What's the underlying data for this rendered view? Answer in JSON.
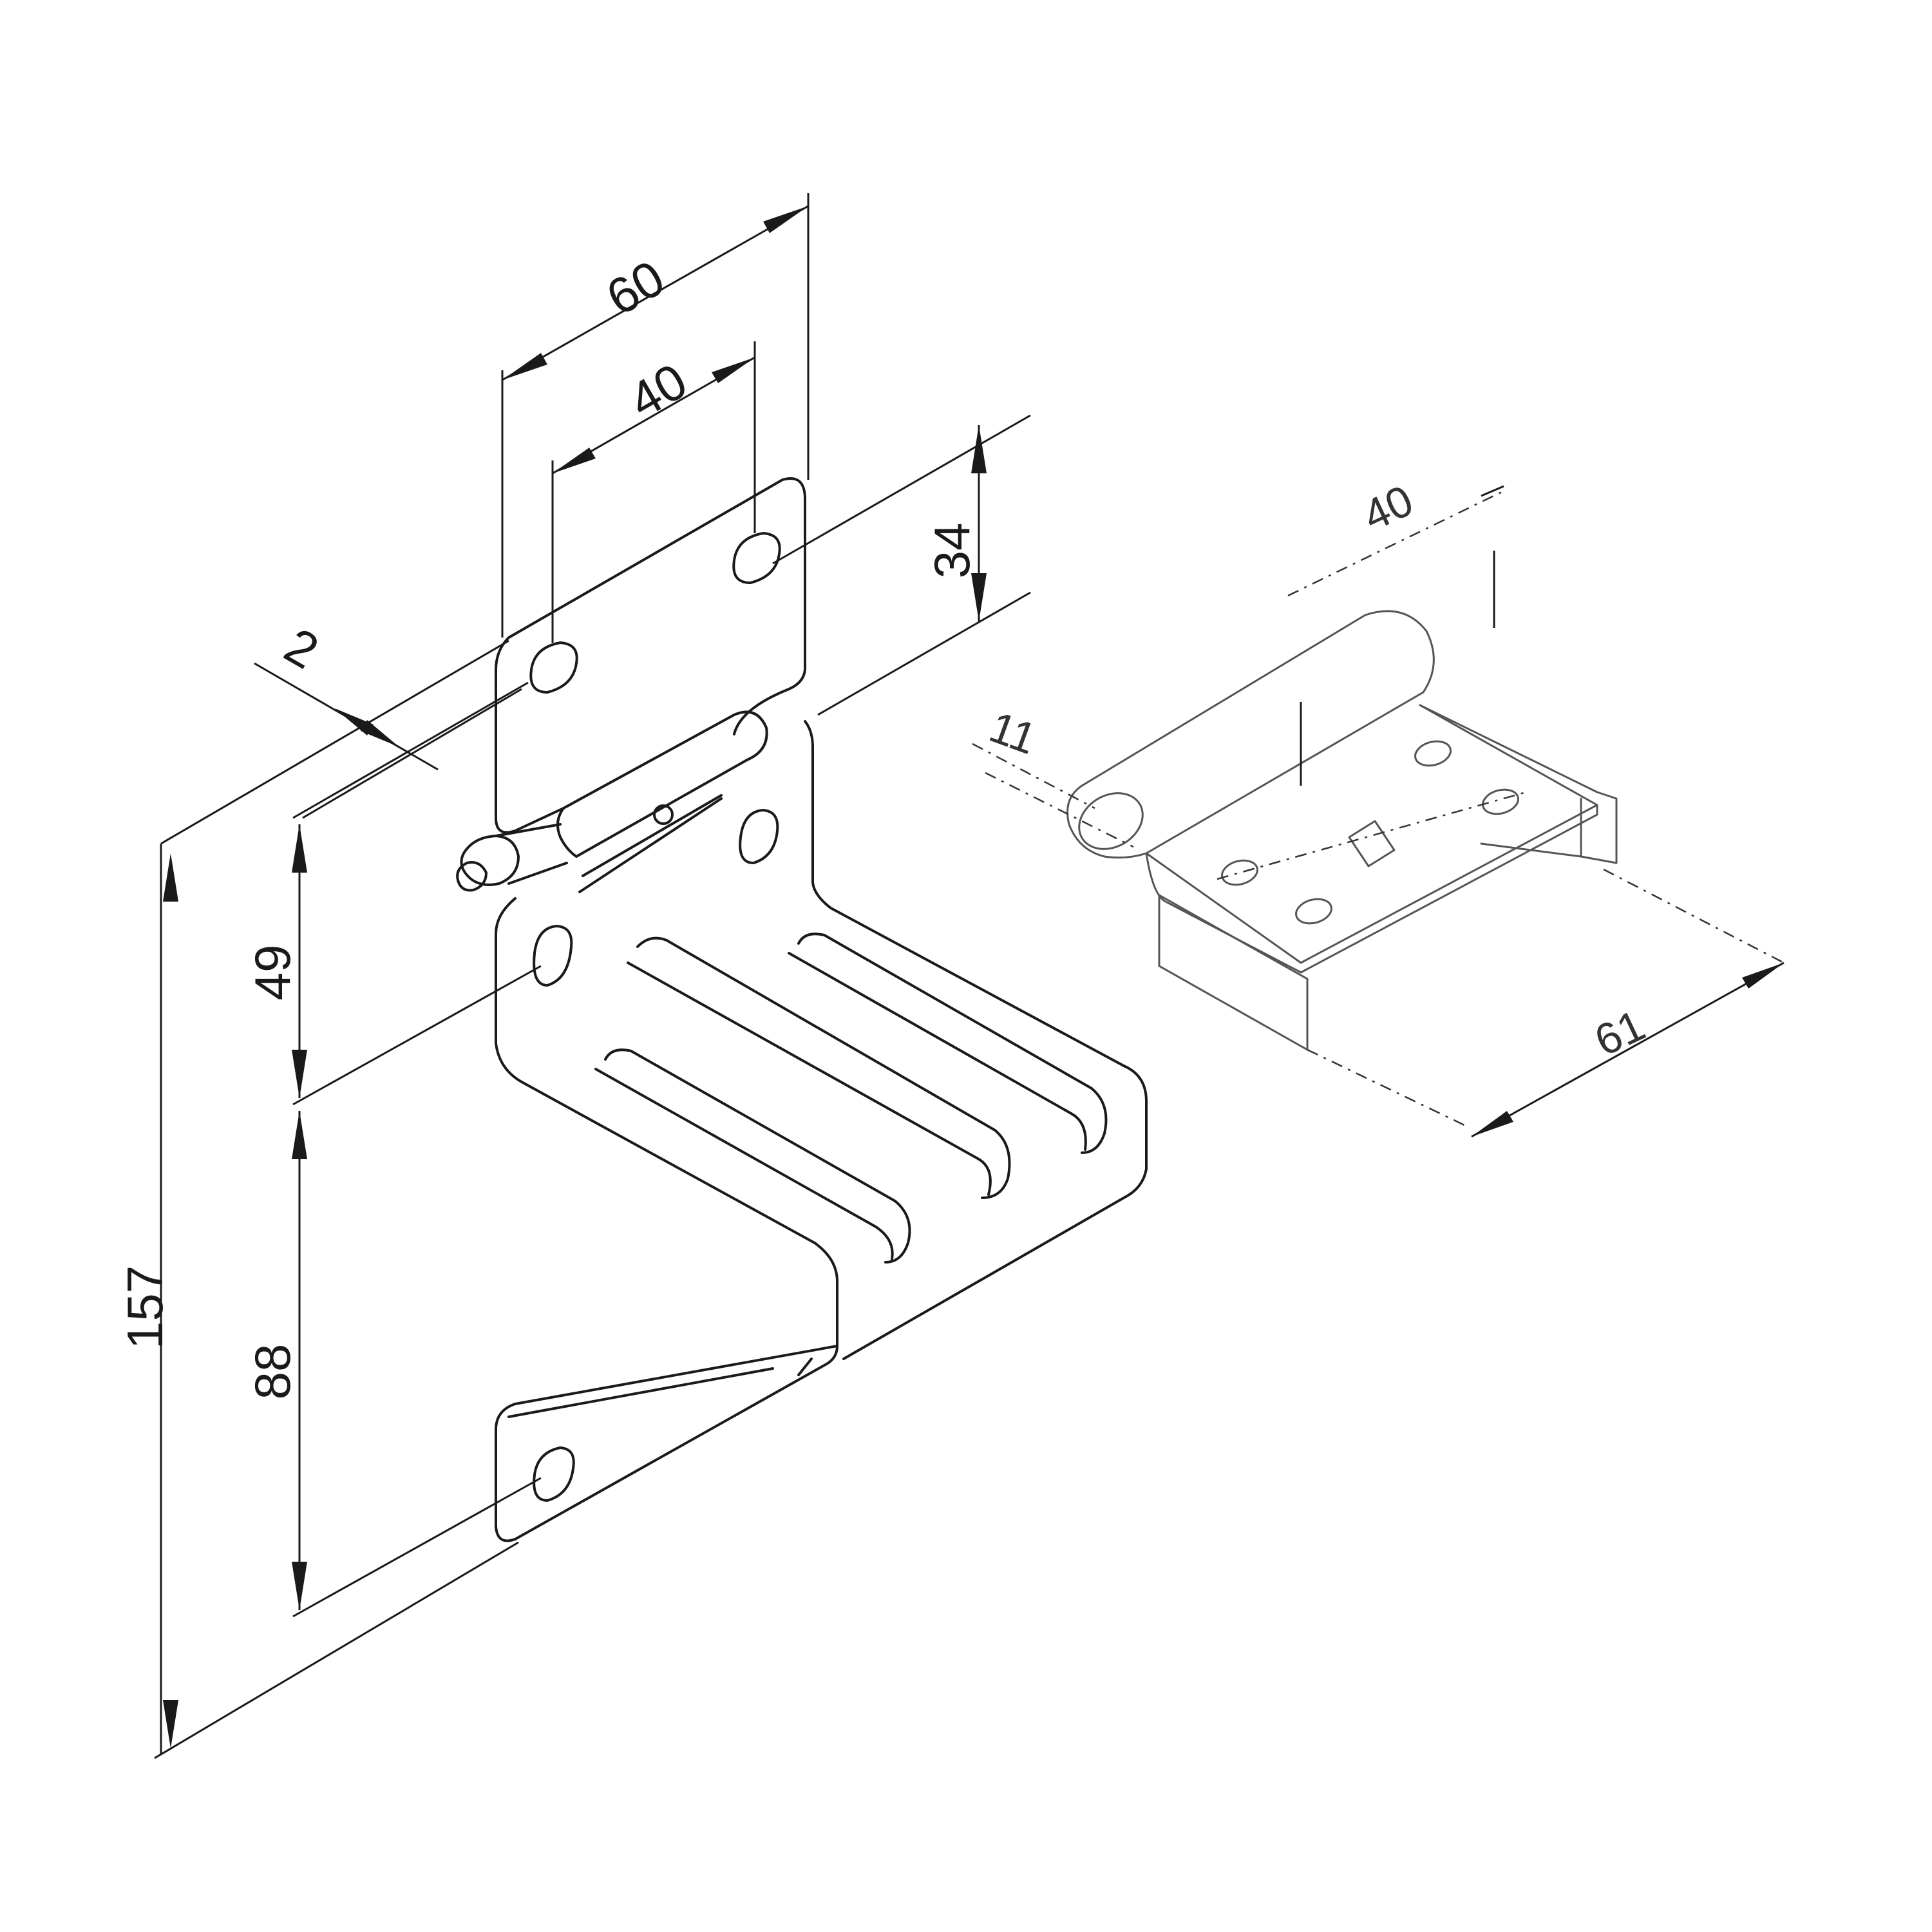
{
  "dimensions": {
    "overall_width": "60",
    "hole_spacing_top": "40",
    "top_tab_height": "34",
    "thickness": "2",
    "upper_height": "49",
    "lower_height": "88",
    "total_height": "157",
    "pin_diameter": "11",
    "side_view_width": "40",
    "side_view_depth": "61"
  }
}
